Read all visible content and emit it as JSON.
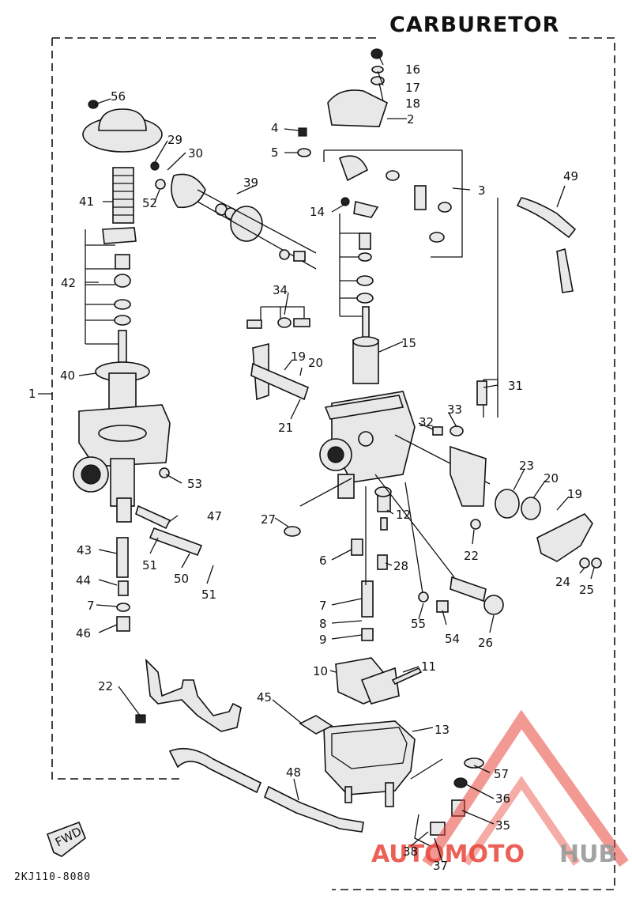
{
  "title": "CARBURETOR",
  "diagram_code": "2KJ110-8080",
  "fwd_label": "FWD",
  "watermark": {
    "part1": "AUTOMOTO",
    "part2": "HUB",
    "color_red": "#e8463a",
    "color_gray": "#9a9a9a"
  },
  "callouts": [
    {
      "id": "c56",
      "text": "56"
    },
    {
      "id": "c16",
      "text": "16"
    },
    {
      "id": "c17",
      "text": "17"
    },
    {
      "id": "c18",
      "text": "18"
    },
    {
      "id": "c2",
      "text": "2"
    },
    {
      "id": "c4",
      "text": "4"
    },
    {
      "id": "c5",
      "text": "5"
    },
    {
      "id": "c29",
      "text": "29"
    },
    {
      "id": "c30",
      "text": "30"
    },
    {
      "id": "c3",
      "text": "3"
    },
    {
      "id": "c49",
      "text": "49"
    },
    {
      "id": "c52",
      "text": "52"
    },
    {
      "id": "c41",
      "text": "41"
    },
    {
      "id": "c39",
      "text": "39"
    },
    {
      "id": "c14",
      "text": "14"
    },
    {
      "id": "c42",
      "text": "42"
    },
    {
      "id": "c34",
      "text": "34"
    },
    {
      "id": "c15",
      "text": "15"
    },
    {
      "id": "c40",
      "text": "40"
    },
    {
      "id": "c19a",
      "text": "19"
    },
    {
      "id": "c20a",
      "text": "20"
    },
    {
      "id": "c1",
      "text": "1"
    },
    {
      "id": "c31",
      "text": "31"
    },
    {
      "id": "c21",
      "text": "21"
    },
    {
      "id": "c32",
      "text": "32"
    },
    {
      "id": "c33",
      "text": "33"
    },
    {
      "id": "c53",
      "text": "53"
    },
    {
      "id": "c23",
      "text": "23"
    },
    {
      "id": "c20b",
      "text": "20"
    },
    {
      "id": "c19b",
      "text": "19"
    },
    {
      "id": "c47",
      "text": "47"
    },
    {
      "id": "c27",
      "text": "27"
    },
    {
      "id": "c12",
      "text": "12"
    },
    {
      "id": "c22a",
      "text": "22"
    },
    {
      "id": "c43",
      "text": "43"
    },
    {
      "id": "c51a",
      "text": "51"
    },
    {
      "id": "c6",
      "text": "6"
    },
    {
      "id": "c28",
      "text": "28"
    },
    {
      "id": "c24",
      "text": "24"
    },
    {
      "id": "c25",
      "text": "25"
    },
    {
      "id": "c44",
      "text": "44"
    },
    {
      "id": "c50",
      "text": "50"
    },
    {
      "id": "c51b",
      "text": "51"
    },
    {
      "id": "c7a",
      "text": "7"
    },
    {
      "id": "c7b",
      "text": "7"
    },
    {
      "id": "c8",
      "text": "8"
    },
    {
      "id": "c55",
      "text": "55"
    },
    {
      "id": "c54",
      "text": "54"
    },
    {
      "id": "c26",
      "text": "26"
    },
    {
      "id": "c46",
      "text": "46"
    },
    {
      "id": "c9",
      "text": "9"
    },
    {
      "id": "c10",
      "text": "10"
    },
    {
      "id": "c11",
      "text": "11"
    },
    {
      "id": "c22b",
      "text": "22"
    },
    {
      "id": "c45",
      "text": "45"
    },
    {
      "id": "c13",
      "text": "13"
    },
    {
      "id": "c57",
      "text": "57"
    },
    {
      "id": "c48",
      "text": "48"
    },
    {
      "id": "c36",
      "text": "36"
    },
    {
      "id": "c35",
      "text": "35"
    },
    {
      "id": "c38",
      "text": "38"
    },
    {
      "id": "c37",
      "text": "37"
    }
  ]
}
